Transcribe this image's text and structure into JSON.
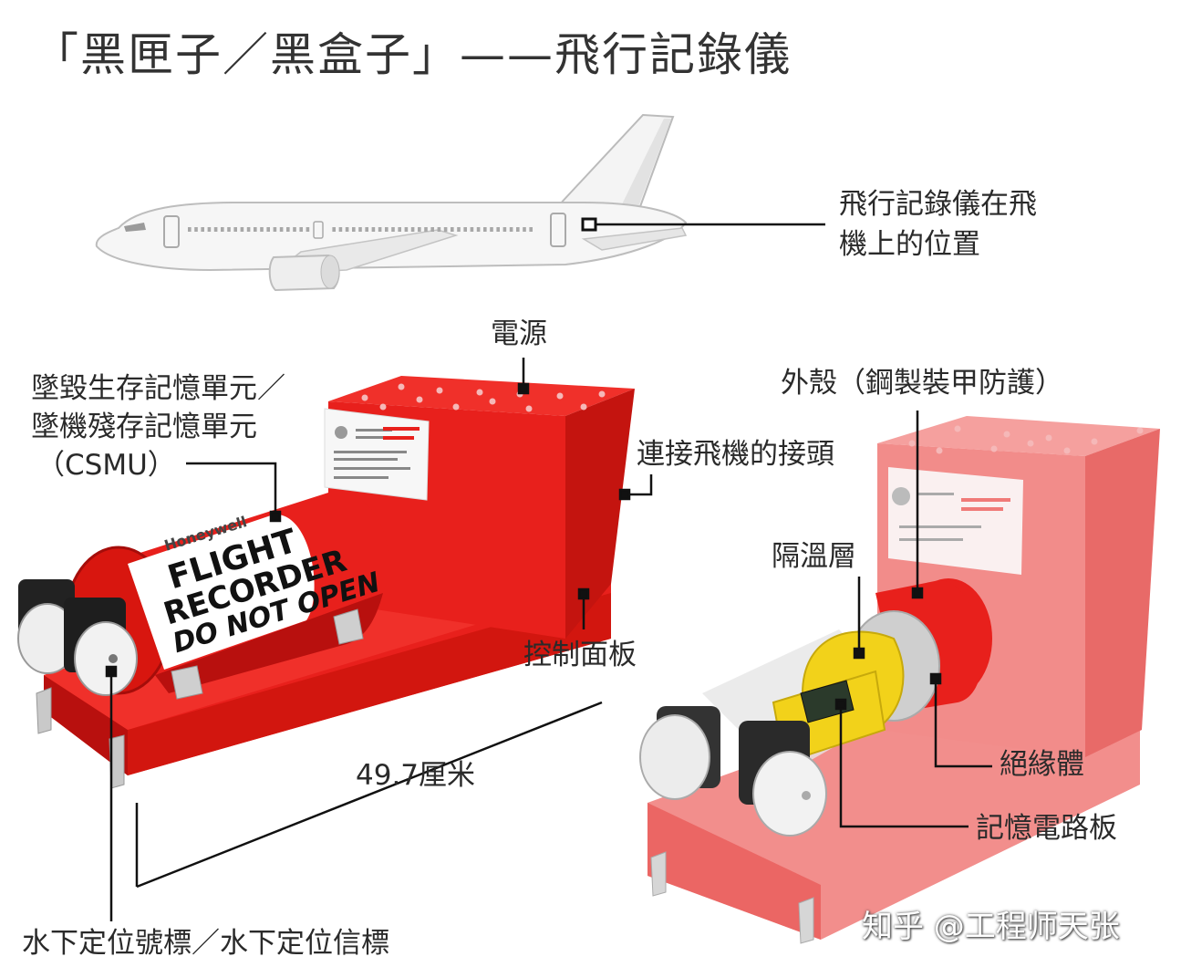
{
  "title": "「黑匣子／黑盒子」——飛行記錄儀",
  "labels": {
    "recorder_location": "飛行記錄儀在飛",
    "recorder_location_2": "機上的位置",
    "power": "電源",
    "csmu_1": "墜毀生存記憶單元／",
    "csmu_2": "墜機殘存記憶單元",
    "csmu_3": "（CSMU）",
    "connector": "連接飛機的接頭",
    "control_panel": "控制面板",
    "length": "49.7厘米",
    "beacon": "水下定位號標／水下定位信標",
    "shell": "外殼（鋼製裝甲防護）",
    "insulation": "隔溫層",
    "insulator": "絕緣體",
    "memory_board": "記憶電路板"
  },
  "device_text": {
    "brand": "Honeywell",
    "line1": "FLIGHT",
    "line2": "RECORDER",
    "line3": "DO NOT OPEN"
  },
  "watermark": "知乎 @工程师天张",
  "colors": {
    "red": "#e8201c",
    "red_dark": "#b8100e",
    "red_light": "#f07a78",
    "yellow": "#f2d21a",
    "gray": "#cfcfcf"
  }
}
